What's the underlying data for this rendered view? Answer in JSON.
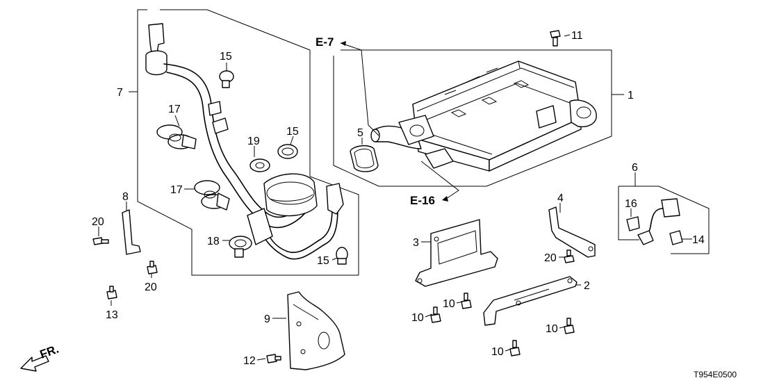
{
  "diagram": {
    "part_labels": {
      "p1": "1",
      "p2": "2",
      "p3": "3",
      "p4": "4",
      "p5": "5",
      "p6": "6",
      "p7": "7",
      "p8": "8",
      "p9": "9",
      "p10a": "10",
      "p10b": "10",
      "p10c": "10",
      "p10d": "10",
      "p11": "11",
      "p12": "12",
      "p13": "13",
      "p14": "14",
      "p15a": "15",
      "p15b": "15",
      "p15c": "15",
      "p16": "16",
      "p17a": "17",
      "p17b": "17",
      "p18": "18",
      "p19": "19",
      "p20a": "20",
      "p20b": "20",
      "p20c": "20"
    },
    "references": {
      "e7": "E-7",
      "e16": "E-16"
    },
    "direction_label": "FR.",
    "diagram_code": "T954E0500"
  }
}
